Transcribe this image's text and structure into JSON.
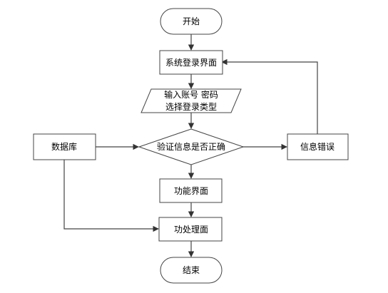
{
  "nodes": {
    "start": "开始",
    "login_screen": "系统登录界面",
    "input_line1": "输入账号 密码",
    "input_line2": "选择登录类型",
    "database": "数据库",
    "verify": "验证信息是否正确",
    "error": "信息错误",
    "function_screen": "功能界面",
    "processing_screen": "功处理面",
    "end": "结束"
  }
}
